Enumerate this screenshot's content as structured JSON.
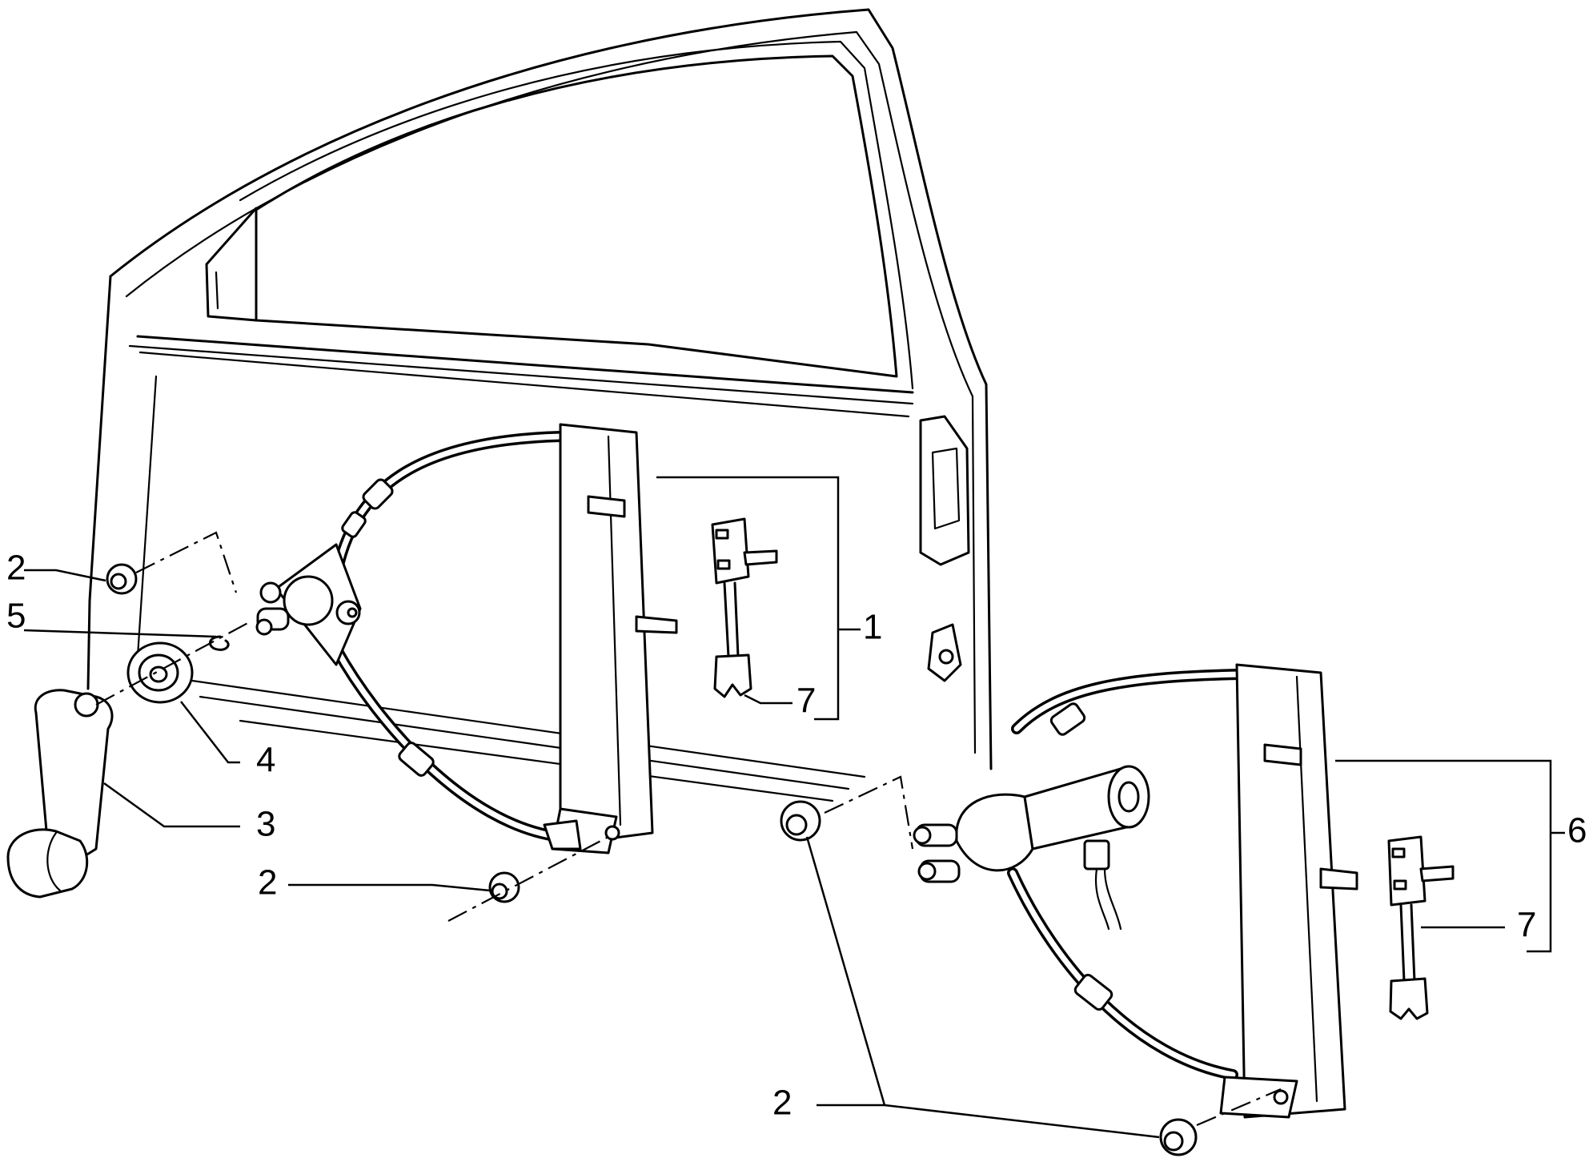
{
  "callouts": [
    {
      "id": "c1",
      "label": "1"
    },
    {
      "id": "c2a",
      "label": "2"
    },
    {
      "id": "c2b",
      "label": "2"
    },
    {
      "id": "c2c",
      "label": "2"
    },
    {
      "id": "c3",
      "label": "3"
    },
    {
      "id": "c4",
      "label": "4"
    },
    {
      "id": "c5",
      "label": "5"
    },
    {
      "id": "c6",
      "label": "6"
    },
    {
      "id": "c7a",
      "label": "7"
    },
    {
      "id": "c7b",
      "label": "7"
    }
  ]
}
